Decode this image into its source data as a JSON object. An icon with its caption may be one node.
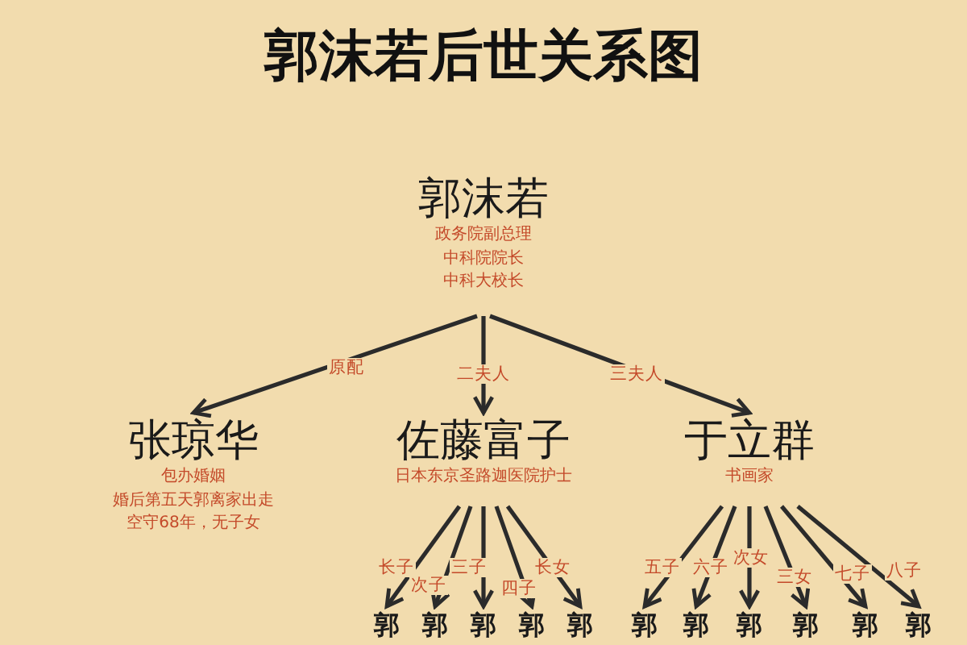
{
  "diagram": {
    "title": "郭沫若后世关系图",
    "nodes": [
      {
        "text": [
          "郭沫若",
          "政务院副总理",
          "中科院院长",
          "中科大校长"
        ]
      },
      {
        "text": [
          "张琼华",
          "包办婚姻",
          "婚后第五天郭离家出走",
          "空守68年，无子女"
        ]
      },
      {
        "text": [
          "佐藤富子",
          "日本东京圣路迦医院护士"
        ]
      },
      {
        "text": [
          "于立群",
          "书画家"
        ]
      },
      {
        "text": [
          "郭"
        ]
      },
      {
        "text": [
          "郭"
        ]
      },
      {
        "text": [
          "郭"
        ]
      },
      {
        "text": [
          "郭"
        ]
      },
      {
        "text": [
          "郭"
        ]
      },
      {
        "text": [
          "郭"
        ]
      },
      {
        "text": [
          "郭"
        ]
      },
      {
        "text": [
          "郭"
        ]
      },
      {
        "text": [
          "郭"
        ]
      },
      {
        "text": [
          "郭"
        ]
      },
      {
        "text": [
          "郭"
        ]
      }
    ],
    "edges": [
      {
        "from": 0,
        "to": 1,
        "arrow": "to",
        "label": "原配"
      },
      {
        "from": 0,
        "to": 2,
        "arrow": "to",
        "label": "二夫人"
      },
      {
        "from": 0,
        "to": 3,
        "arrow": "to",
        "label": "三夫人"
      },
      {
        "from": 2,
        "to": 4,
        "arrow": "to",
        "label": "长子"
      },
      {
        "from": 2,
        "to": 5,
        "arrow": "to",
        "label": "次子"
      },
      {
        "from": 2,
        "to": 6,
        "arrow": "to",
        "label": "三子"
      },
      {
        "from": 2,
        "to": 7,
        "arrow": "to",
        "label": "四子"
      },
      {
        "from": 2,
        "to": 8,
        "arrow": "to",
        "label": "长女"
      },
      {
        "from": 3,
        "to": 9,
        "arrow": "to",
        "label": "五子"
      },
      {
        "from": 3,
        "to": 10,
        "arrow": "to",
        "label": "六子"
      },
      {
        "from": 3,
        "to": 11,
        "arrow": "to",
        "label": "次女"
      },
      {
        "from": 3,
        "to": 12,
        "arrow": "to",
        "label": "三女"
      },
      {
        "from": 3,
        "to": 13,
        "arrow": "to",
        "label": "七子"
      },
      {
        "from": 3,
        "to": 14,
        "arrow": "to",
        "label": "八子"
      }
    ]
  }
}
